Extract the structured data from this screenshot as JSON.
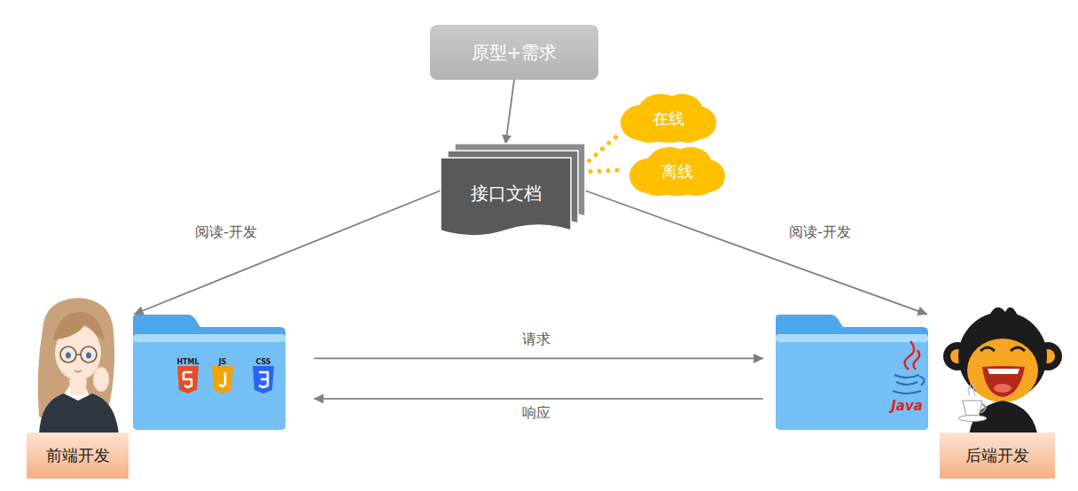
{
  "diagram": {
    "nodes": [
      {
        "text": [
          "原型+需求"
        ]
      },
      {
        "text": [
          "接口文档"
        ]
      },
      {
        "text": [
          "在线"
        ]
      },
      {
        "text": [
          "离线"
        ]
      },
      {
        "text": [
          "HTML",
          "JS",
          "CSS"
        ]
      },
      {
        "text": [
          "Java"
        ]
      },
      {
        "text": [
          "前端开发"
        ]
      },
      {
        "text": [
          "后端开发"
        ]
      }
    ],
    "edges": [
      {
        "from": 0,
        "to": 1,
        "arrow": "to"
      },
      {
        "from": 1,
        "to": 4,
        "label": "阅读-开发",
        "arrow": "to"
      },
      {
        "from": 1,
        "to": 5,
        "label": "阅读-开发",
        "arrow": "to"
      },
      {
        "from": 4,
        "to": 5,
        "label": "请求",
        "arrow": "to"
      },
      {
        "from": 5,
        "to": 4,
        "label": "响应",
        "arrow": "to"
      },
      {
        "from": 1,
        "to": 2,
        "arrow": "none"
      },
      {
        "from": 1,
        "to": 3,
        "arrow": "none"
      }
    ]
  }
}
